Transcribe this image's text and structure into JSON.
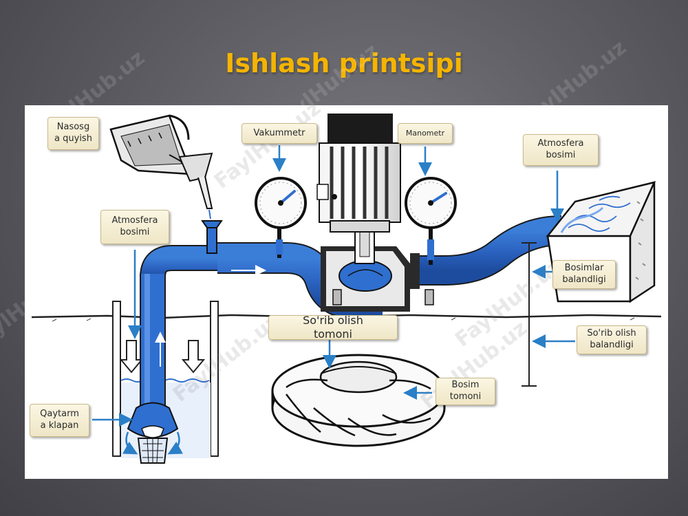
{
  "slide": {
    "title": "Ishlash printsipi",
    "watermark": "FaylHub.uz"
  },
  "labels": {
    "pour": "Nasosg\na quyish",
    "vacuum": "Vakummetr",
    "manometer": "Manometr",
    "atm_right": "Atmosfera\nbosimi",
    "atm_left": "Atmosfera\nbosimi",
    "pressure_height": "Bosimlar\nbalandligi",
    "suction_side": "So'rib olish\ntomoni",
    "suction_height": "So'rib olish\nbalandligi",
    "pressure_side": "Bosim\ntomoni",
    "check_valve": "Qaytarm\na klapan"
  },
  "colors": {
    "water": "#2f6fcf",
    "water_light": "#7aa8ee",
    "title": "#f5b400",
    "arrow": "#2a7fc7"
  }
}
